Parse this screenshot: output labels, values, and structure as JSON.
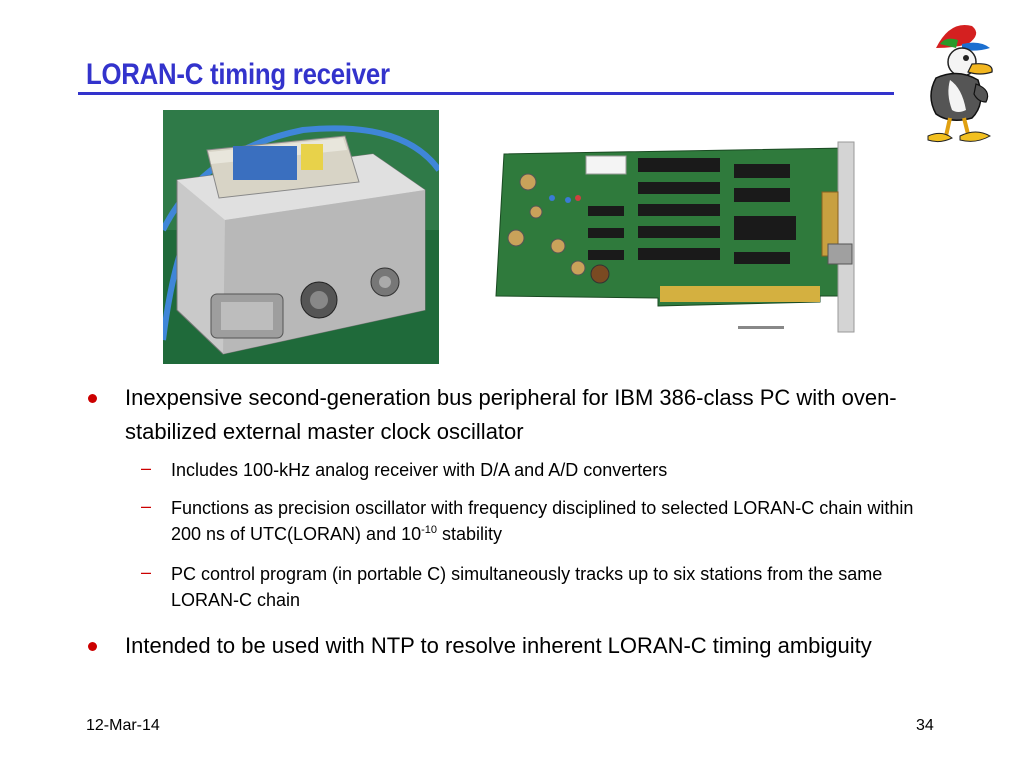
{
  "slide": {
    "title": "LORAN-C timing receiver",
    "bullets": [
      {
        "text": "Inexpensive second-generation bus peripheral for IBM 386-class PC with oven-stabilized external master clock oscillator",
        "sub": [
          {
            "text": "Includes 100-kHz analog receiver with D/A and A/D converters"
          },
          {
            "text_before": "Functions as precision oscillator with frequency disciplined to selected LORAN-C chain within 200 ns of UTC(LORAN) and 10",
            "sup": "-10",
            "text_after": " stability"
          },
          {
            "text": "PC control program (in portable C) simultaneously tracks up to six stations from the same LORAN-C chain"
          }
        ]
      },
      {
        "text": "Intended to be used with NTP to resolve inherent LORAN-C timing ambiguity"
      }
    ],
    "footer": {
      "date": "12-Mar-14",
      "page": "34"
    }
  },
  "colors": {
    "title": "#3333cc",
    "bullet": "#cc0000"
  },
  "images": {
    "photo_left": "receiver-enclosure-photo",
    "photo_right": "circuit-board-photo",
    "logo": "duck-mascot-logo"
  }
}
